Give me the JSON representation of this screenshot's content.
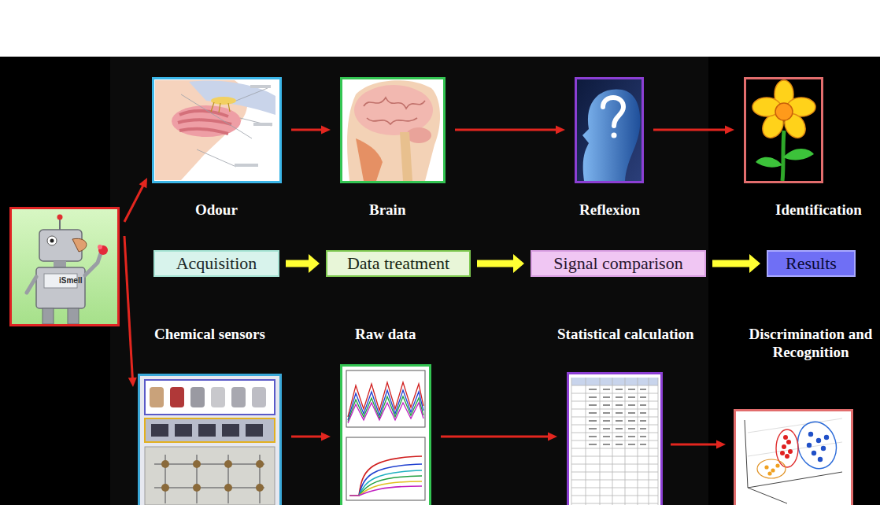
{
  "diagram": {
    "nodes": [
      {
        "text": [
          "iSmell"
        ]
      },
      {
        "text": [
          "Odour"
        ]
      },
      {
        "text": [
          "Brain"
        ]
      },
      {
        "text": [
          "Reflexion"
        ]
      },
      {
        "text": [
          "Identification"
        ]
      },
      {
        "text": [
          "Acquisition"
        ]
      },
      {
        "text": [
          "Data treatment"
        ]
      },
      {
        "text": [
          "Signal comparison"
        ]
      },
      {
        "text": [
          "Results"
        ]
      },
      {
        "text": [
          "Chemical sensors"
        ]
      },
      {
        "text": [
          "Raw data"
        ]
      },
      {
        "text": [
          "Statistical calculation"
        ]
      },
      {
        "text": [
          "Discrimination and Recognition"
        ]
      }
    ],
    "edges": [
      {
        "from": 0,
        "to": 1,
        "arrow": "to"
      },
      {
        "from": 0,
        "to": 9,
        "arrow": "to"
      },
      {
        "from": 1,
        "to": 2,
        "arrow": "to"
      },
      {
        "from": 2,
        "to": 3,
        "arrow": "to"
      },
      {
        "from": 3,
        "to": 4,
        "arrow": "to"
      },
      {
        "from": 5,
        "to": 6,
        "arrow": "to"
      },
      {
        "from": 6,
        "to": 7,
        "arrow": "to"
      },
      {
        "from": 7,
        "to": 8,
        "arrow": "to"
      },
      {
        "from": 9,
        "to": 10,
        "arrow": "to"
      },
      {
        "from": 10,
        "to": 11,
        "arrow": "to"
      },
      {
        "from": 11,
        "to": 12,
        "arrow": "to"
      }
    ]
  }
}
